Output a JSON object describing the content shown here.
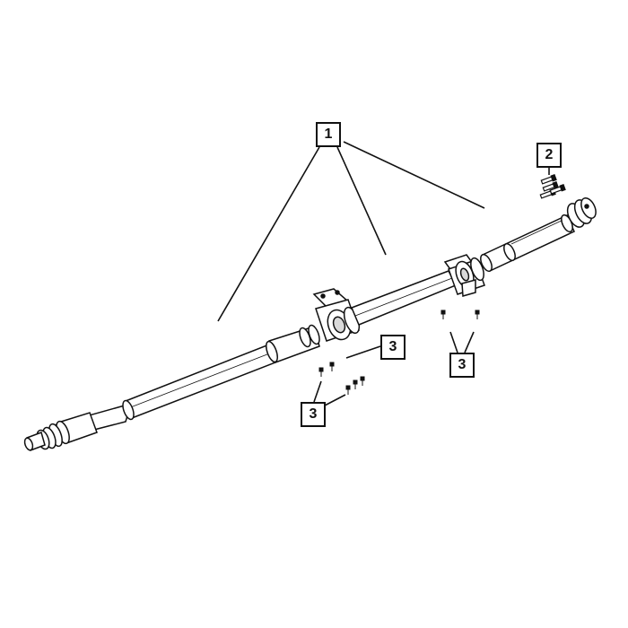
{
  "diagram": {
    "callouts": {
      "driveshaft": "1",
      "bolts_rear": "2",
      "fasteners_right": "3",
      "fasteners_left_upper": "3",
      "fasteners_left_lower": "3"
    },
    "colors": {
      "line": "#111111",
      "fill": "#ffffff",
      "shade": "#d9d9d9"
    }
  }
}
